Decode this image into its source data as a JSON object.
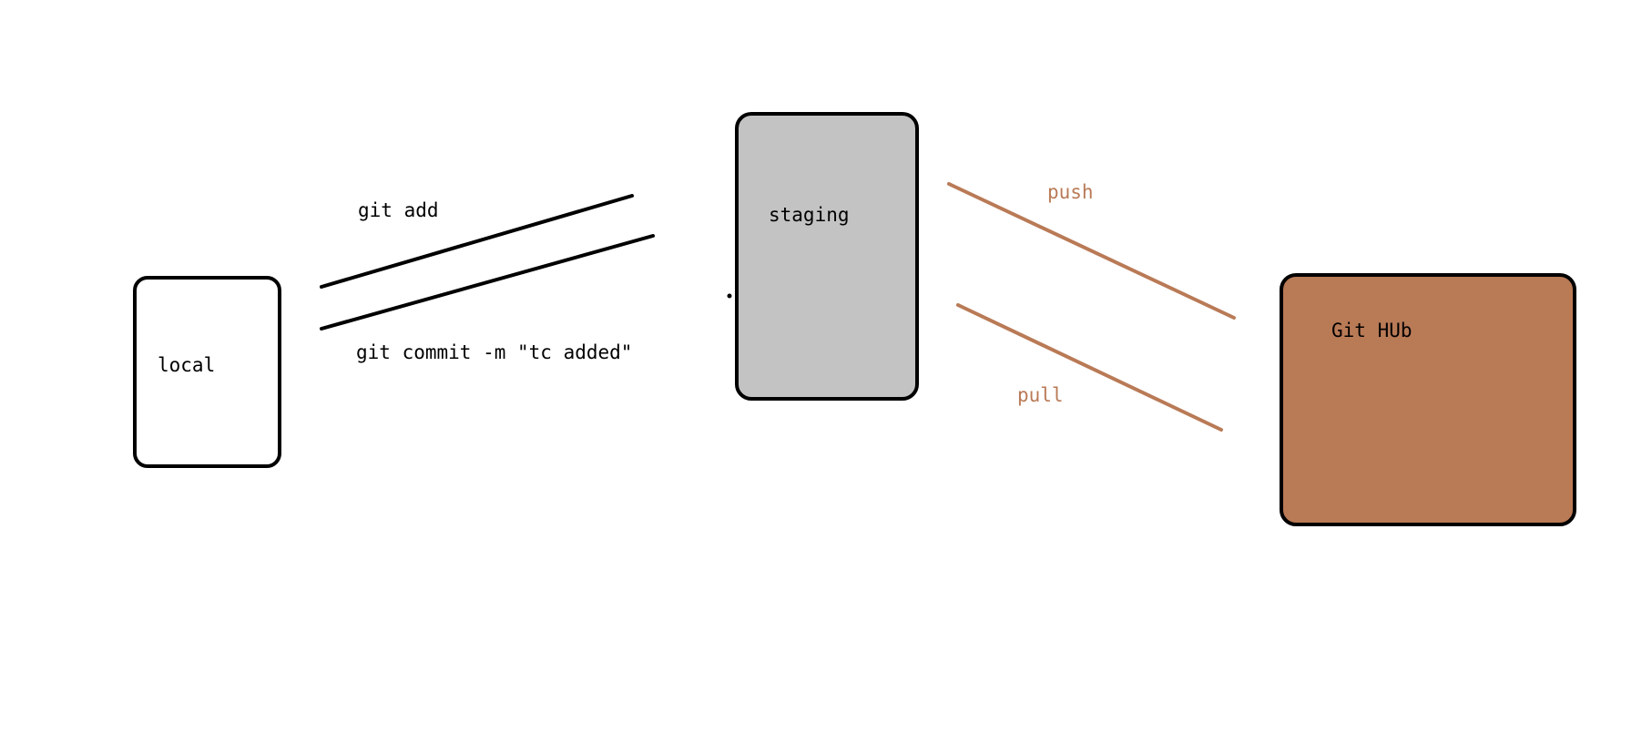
{
  "colors": {
    "background": "#ffffff",
    "outline": "#000000",
    "local_fill": "#ffffff",
    "staging_fill": "#c3c3c3",
    "github_fill": "#b97a56",
    "push_pull": "#b97a56",
    "text": "#000000"
  },
  "nodes": {
    "local": {
      "label": "local"
    },
    "staging": {
      "label": "staging"
    },
    "github": {
      "label": "Git HUb"
    }
  },
  "edges": {
    "git_add": {
      "label": "git add"
    },
    "git_commit": {
      "label": "git commit -m \"tc added\""
    },
    "push": {
      "label": "push"
    },
    "pull": {
      "label": "pull"
    }
  }
}
